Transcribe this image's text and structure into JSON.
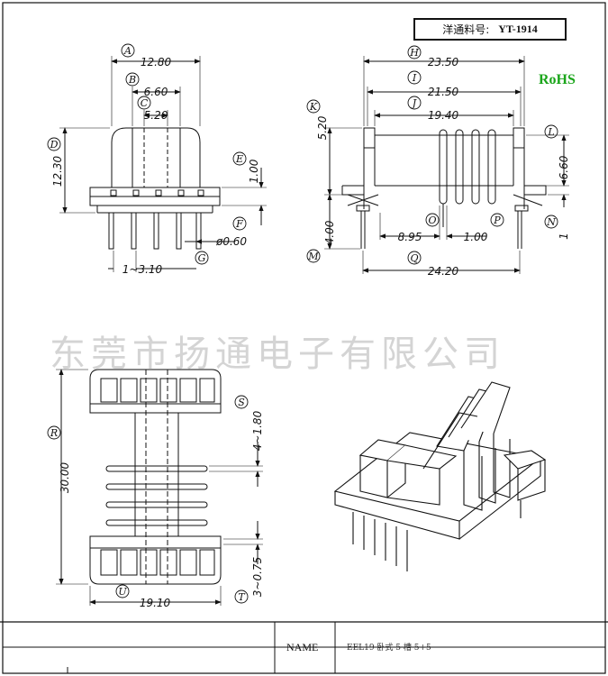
{
  "part_number": {
    "label": "洋通料号:",
    "value": "YT-1914"
  },
  "rohs": "RoHS",
  "watermark": "东莞市扬通电子有限公司",
  "title_block": {
    "name_label": "NAME",
    "name_value": "EEL19 卧式 5 槽 5+5"
  },
  "front_view": {
    "A": {
      "letter": "A",
      "value": "12.80"
    },
    "B": {
      "letter": "B",
      "value": "6.60"
    },
    "C": {
      "letter": "C",
      "value": "5.20"
    },
    "D": {
      "letter": "D",
      "value": "12.30"
    },
    "E": {
      "letter": "E",
      "value": "1.00"
    },
    "F": {
      "letter": "F",
      "value": "ø0.60"
    },
    "G": {
      "letter": "G",
      "value": "1~3.10"
    }
  },
  "side_view": {
    "H": {
      "letter": "H",
      "value": "23.50"
    },
    "I": {
      "letter": "I",
      "value": "21.50"
    },
    "J": {
      "letter": "J",
      "value": "19.40"
    },
    "K": {
      "letter": "K",
      "value": "5.20"
    },
    "L": {
      "letter": "L",
      "value": "6.60"
    },
    "M": {
      "letter": "M",
      "value": "4.00"
    },
    "N": {
      "letter": "N",
      "value": "1"
    },
    "O": {
      "letter": "O",
      "value": "8.95"
    },
    "P": {
      "letter": "P",
      "value": "1.00"
    },
    "Q": {
      "letter": "Q",
      "value": "24.20"
    }
  },
  "top_view": {
    "R": {
      "letter": "R",
      "value": "30.00"
    },
    "S": {
      "letter": "S",
      "value": "4~1.80"
    },
    "T": {
      "letter": "T",
      "value": "3~0.75"
    },
    "U": {
      "letter": "U",
      "value": "19.10"
    }
  }
}
